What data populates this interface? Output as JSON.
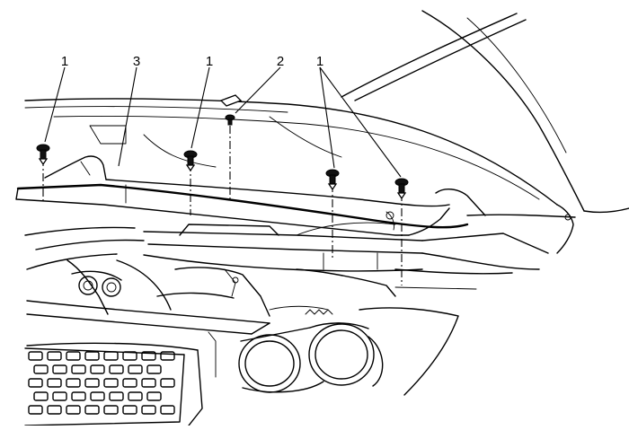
{
  "callouts": [
    {
      "id": "c1a",
      "label": "1"
    },
    {
      "id": "c3",
      "label": "3"
    },
    {
      "id": "c1b",
      "label": "1"
    },
    {
      "id": "c2",
      "label": "2"
    },
    {
      "id": "c1c",
      "label": "1"
    }
  ],
  "colors": {
    "line": "#000000",
    "background": "#ffffff"
  }
}
